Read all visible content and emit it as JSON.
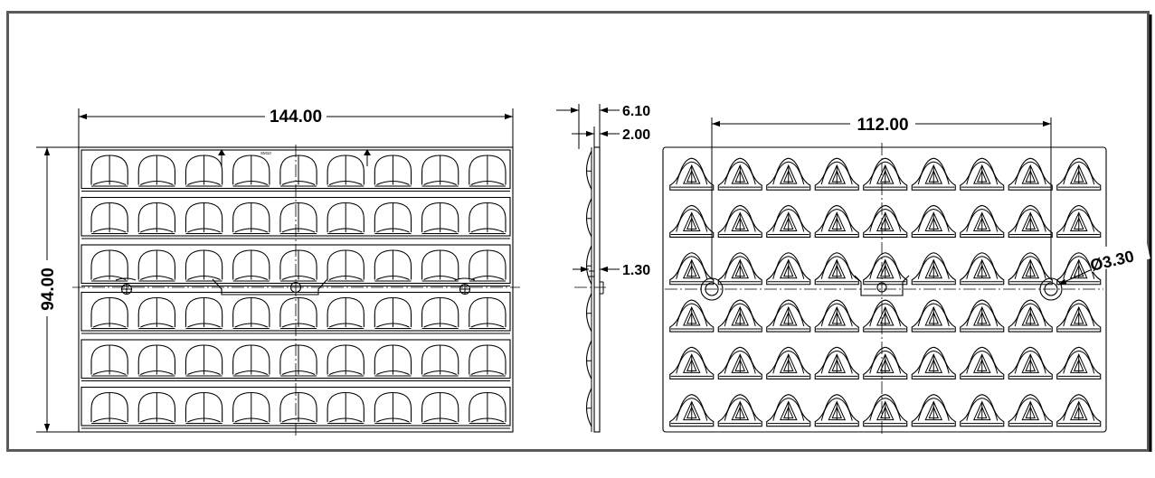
{
  "drawing": {
    "front_view": {
      "width_dim": "144.00",
      "height_dim": "94.00",
      "rows": 6,
      "cols": 9,
      "marking": "SM10"
    },
    "side_view": {
      "overall_thickness_dim": "6.10",
      "plate_thickness_dim": "2.00",
      "step_dim": "1.30"
    },
    "back_view": {
      "hole_spacing_dim": "112.00",
      "hole_diameter_dim": "Ø3.30",
      "rows": 6,
      "cols": 9
    },
    "colors": {
      "line": "#000000",
      "frame": "#5a5a5a",
      "background": "#ffffff"
    }
  }
}
